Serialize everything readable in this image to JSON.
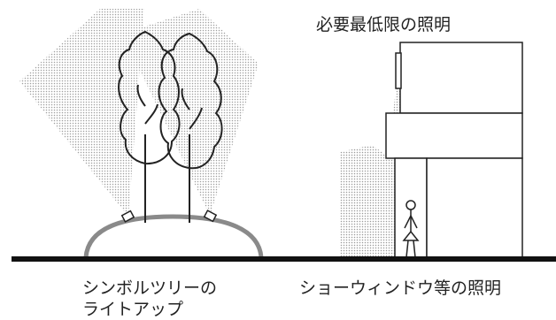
{
  "labels": {
    "minimum_lighting": "必要最低限の照明",
    "symbol_tree_lightup_line1": "シンボルツリーの",
    "symbol_tree_lightup_line2": "ライトアップ",
    "show_window_lighting": "ショーウィンドウ等の照明"
  },
  "colors": {
    "ink": "#222222",
    "light_dots": "#9a9a9a",
    "mound": "#8a8a8a",
    "ground": "#111111"
  }
}
